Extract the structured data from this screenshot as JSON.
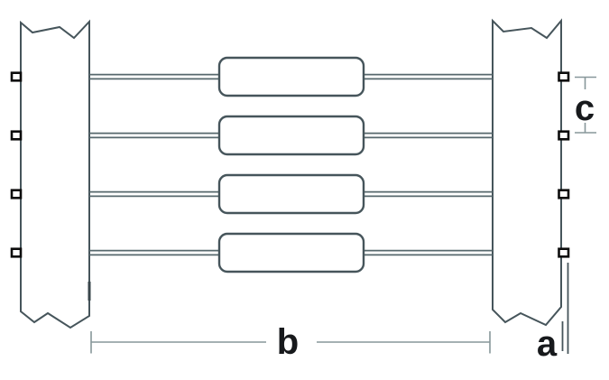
{
  "diagram": {
    "kind": "wire-span-dimension-diagram",
    "labels": {
      "span": "b",
      "height": "a",
      "spacing": "c"
    },
    "colors": {
      "background": "#ffffff",
      "structure": "#46555b",
      "wire": "#57686d",
      "dimension": "#87979a",
      "terminal": "#0c0c0c",
      "label": "#17191c"
    },
    "counts": {
      "wires": 4,
      "insulators": 4,
      "terminals_per_post": 4
    }
  }
}
